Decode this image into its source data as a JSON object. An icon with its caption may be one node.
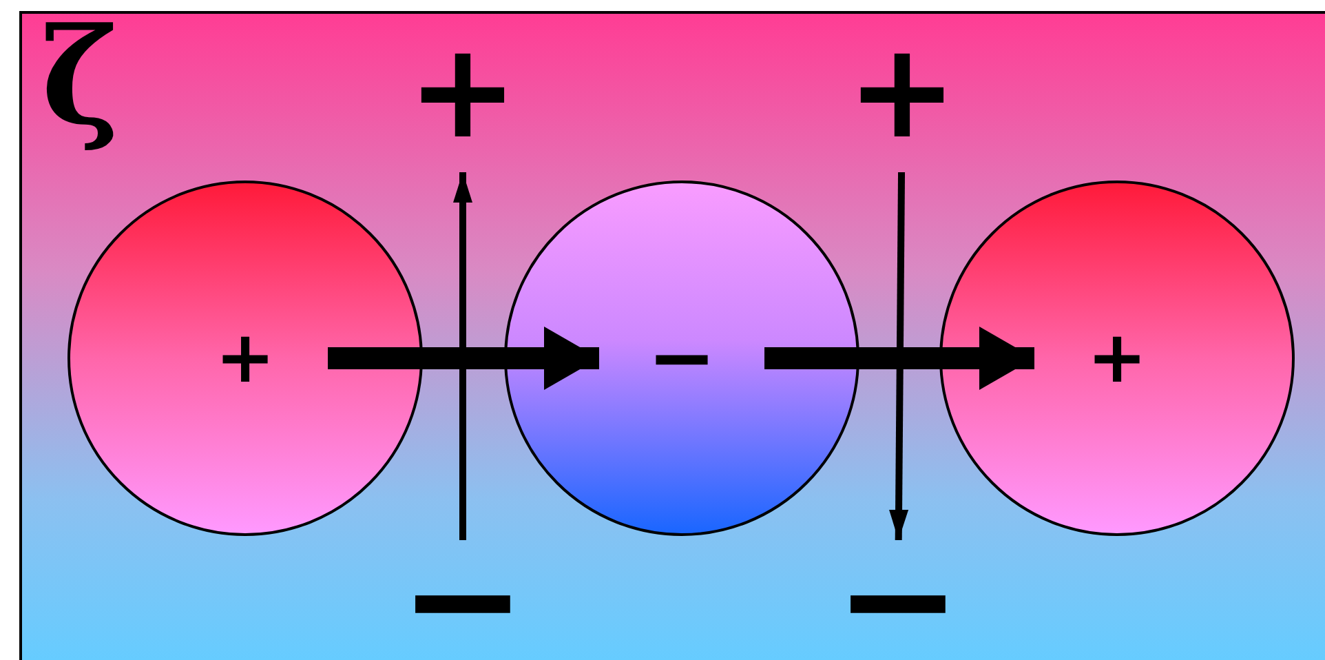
{
  "diagram": {
    "nodes": [
      {
        "text": [
          "+"
        ]
      },
      {
        "text": [
          "−"
        ]
      },
      {
        "text": [
          "+"
        ]
      },
      {
        "text": [
          "+"
        ]
      },
      {
        "text": [
          "−"
        ]
      },
      {
        "text": [
          "+"
        ]
      },
      {
        "text": [
          "−"
        ]
      }
    ],
    "edges": [
      {
        "from": 0,
        "to": 1,
        "arrow": "to",
        "style": "thick"
      },
      {
        "from": 1,
        "to": 2,
        "arrow": "to",
        "style": "thick"
      },
      {
        "from": 4,
        "to": 3,
        "arrow": "to"
      },
      {
        "from": 5,
        "to": 6,
        "arrow": "to"
      }
    ],
    "labels": [
      "ζ"
    ]
  }
}
